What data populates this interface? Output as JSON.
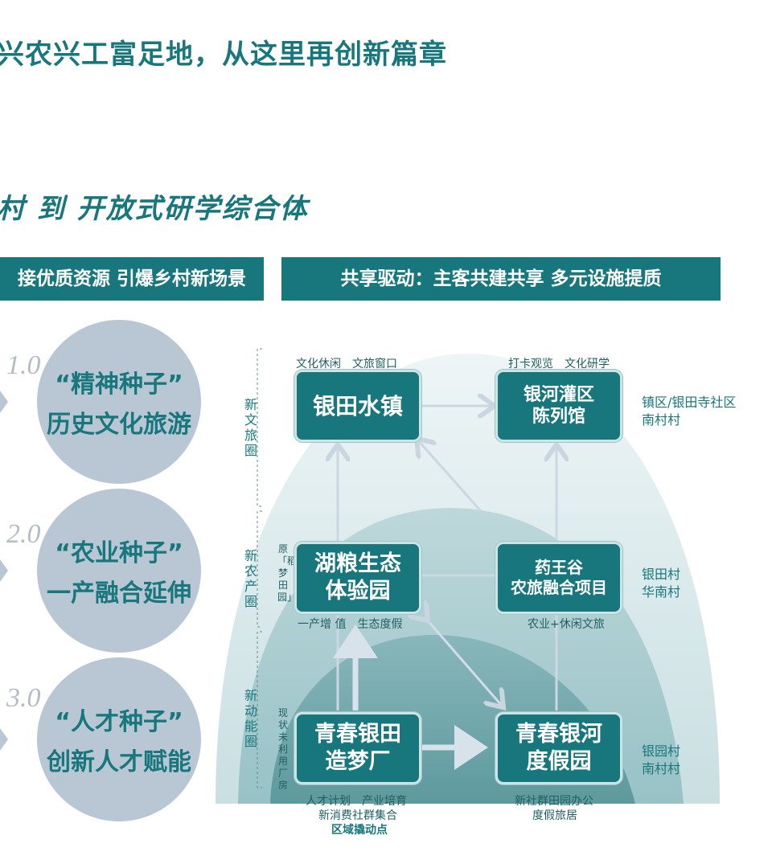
{
  "header": {
    "headline": "兴农兴工富足地，从这里再创新篇章",
    "subline": "村 到 开放式研学综合体"
  },
  "banners": {
    "left": "接优质资源 引爆乡村新场景",
    "right": "共享驱动：主客共建共享 多元设施提质"
  },
  "seeds": [
    {
      "version": "1.0",
      "title": "“精神种子”",
      "subtitle": "历史文化旅游"
    },
    {
      "version": "2.0",
      "title": "“农业种子”",
      "subtitle": "一产融合延伸"
    },
    {
      "version": "3.0",
      "title": "“人才种子”",
      "subtitle": "创新人才赋能"
    }
  ],
  "circles": [
    {
      "label": "新文旅圈"
    },
    {
      "label": "新农产圈"
    },
    {
      "label": "新动能圈"
    }
  ],
  "notes": {
    "orig": "原「稻梦田园」",
    "unused": "现状未利用厂房"
  },
  "nodes": {
    "yintian": {
      "lines": [
        "银田水镇"
      ],
      "top": "文化休闲　文旅窗口"
    },
    "guanqu": {
      "lines": [
        "银河灌区",
        "陈列馆"
      ],
      "top": "打卡观览　文化研学"
    },
    "huliang": {
      "lines": [
        "湖粮生态",
        "体验园"
      ],
      "bottom": "一产增 值　生态度假"
    },
    "yaowang": {
      "lines": [
        "药王谷",
        "农旅融合项目"
      ],
      "bottom": "农业+休闲文旅"
    },
    "zaomeng": {
      "lines": [
        "青春银田",
        "造梦厂"
      ],
      "bottom1": "人才计划　产业培育",
      "bottom2": "新消费社群集合",
      "bottom3": "区域撬动点"
    },
    "dujia": {
      "lines": [
        "青春银河",
        "度假园"
      ],
      "bottom1": "新社群田园办公",
      "bottom2": "度假旅居"
    }
  },
  "side_labels": {
    "row1": [
      "镇区/银田寺社区",
      "南村村"
    ],
    "row2": [
      "银田村",
      "华南村"
    ],
    "row3": [
      "银园村",
      "南村村"
    ]
  },
  "colors": {
    "primary": "#17777c",
    "circle": "#b8c7d3",
    "arc_light": "#d9e8ea",
    "arc_mid": "#a7cbce",
    "arc_dark": "#5e9ea2"
  }
}
